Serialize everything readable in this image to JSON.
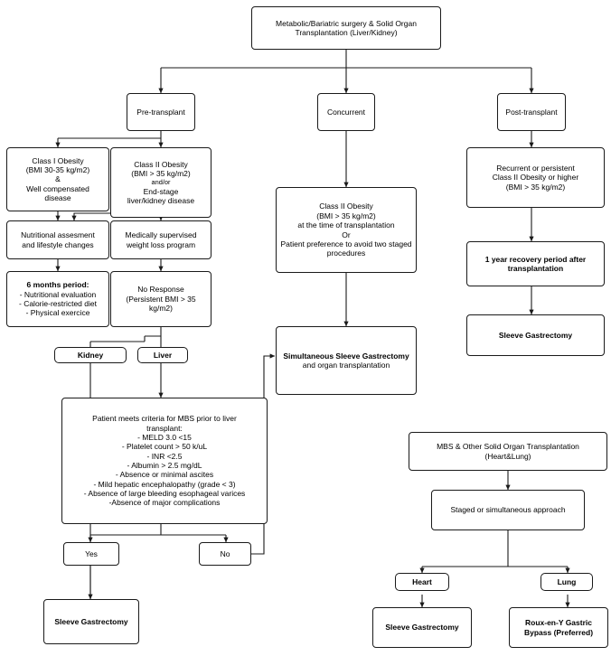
{
  "diagram": {
    "title": "Metabolic/Bariatric surgery & Solid Organ Transplantation (Liver/Kidney) algorithm",
    "nodes": {
      "root": "Metabolic/Bariatric surgery & Solid Organ\nTransplantation (Liver/Kidney)",
      "pre_transplant": "Pre-transplant",
      "concurrent": "Concurrent",
      "post_transplant": "Post-transplant",
      "class1_obesity": "Class I Obesity\n(BMI 30-35 kg/m2)\n&\nWell compensated\ndisease",
      "class2_obesity": "Class II Obesity\n(BMI > 35 kg/m2)",
      "class2_obesity_small": "and/or",
      "class2_obesity_tail": "End-stage\nliver/kidney disease",
      "nutritional_assessment": "Nutritional assesment\nand lifestyle changes",
      "medically_supervised": "Medically supervised\nweight loss program",
      "six_months_head": "6 months period:",
      "six_months_body": "- Nutritional evaluation\n- Calorie-restricted diet\n- Physical exercice",
      "no_response": "No Response\n(Persistent BMI > 35\nkg/m2)",
      "kidney": "Kidney",
      "liver": "Liver",
      "criteria": "Patient meets criteria for MBS prior to liver\ntransplant:\n- MELD 3.0 <15\n- Platelet count > 50 k/uL\n- INR <2.5\n- Albumin > 2.5 mg/dL\n- Absence or minimal ascites\n- Mild hepatic encephalopathy (grade < 3)\n- Absence of large bleeding esophageal varices\n-Absence of major complications",
      "yes": "Yes",
      "no": "No",
      "sleeve_gastrectomy_left": "Sleeve Gastrectomy",
      "concurrent_criteria_a": "Class II Obesity\n(BMI > 35 kg/m2)\nat the time of transplantation\nOr\nPatient preference to avoid two staged\nprocedures",
      "simultaneous_bold": "Simultaneous Sleeve Gastrectomy",
      "simultaneous_rest": "and organ transplantation",
      "recurrent_persistent": "Recurrent or persistent\nClass II Obesity or higher\n(BMI > 35 kg/m2)",
      "one_year_recovery": "1 year recovery period after\ntransplantation",
      "sleeve_gastrectomy_right": "Sleeve Gastrectomy",
      "mbs_other_organ": "MBS & Other Solid Organ Transplantation\n(Heart&Lung)",
      "staged_or_simultaneous": "Staged or simultaneous approach",
      "heart": "Heart",
      "lung": "Lung",
      "sleeve_gastrectomy_heart": "Sleeve Gastrectomy",
      "roux_en_y": "Roux-en-Y Gastric\nBypass (Preferred)"
    },
    "colors": {
      "stroke": "#1a1a1a",
      "background": "#ffffff",
      "text": "#000000"
    }
  }
}
